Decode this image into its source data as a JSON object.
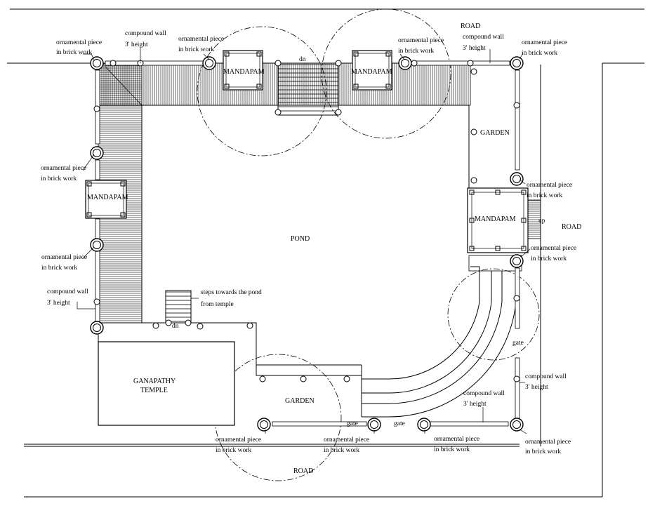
{
  "labels": {
    "road_top": "ROAD",
    "road_right": "ROAD",
    "road_bottom": "ROAD",
    "pond": "POND",
    "garden_right": "GARDEN",
    "garden_bottom": "GARDEN",
    "mandapam": "MANDAPAM",
    "temple_line1": "GANAPATHY",
    "temple_line2": "TEMPLE",
    "ornamental_line1": "ornamental piece",
    "ornamental_line2": "in brick work",
    "compound_line1": "compound wall",
    "compound_line2": "3' height",
    "steps_line1": "steps towards the pond",
    "steps_line2": "from temple",
    "dn": "dn",
    "up": "up",
    "gate": "gate"
  }
}
